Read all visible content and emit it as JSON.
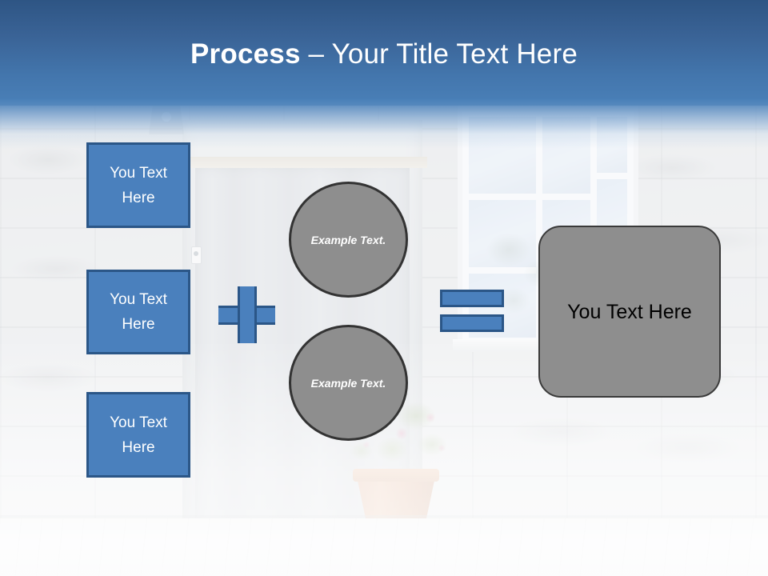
{
  "slide": {
    "title_strong": "Process",
    "title_light": " – Your Title Text Here",
    "background_description": "stone-wall-door-window-photo"
  },
  "colors": {
    "header_top": "#2E5584",
    "header_bottom": "#4A80B8",
    "accent_blue_fill": "#4A80BD",
    "accent_blue_border": "#2B5687",
    "shape_gray_fill": "#8E8E8E",
    "shape_gray_border": "#333333",
    "title_text": "#FFFFFF",
    "result_text": "#000000"
  },
  "inputs": {
    "boxes": [
      {
        "id": "box-1",
        "label": "You Text Here"
      },
      {
        "id": "box-2",
        "label": "You Text Here"
      },
      {
        "id": "box-3",
        "label": "You Text Here"
      }
    ]
  },
  "operators": {
    "plus": "+",
    "equals": "="
  },
  "circles": [
    {
      "id": "circle-1",
      "label": "Example Text."
    },
    {
      "id": "circle-2",
      "label": "Example Text."
    }
  ],
  "result": {
    "label": "You Text Here"
  }
}
